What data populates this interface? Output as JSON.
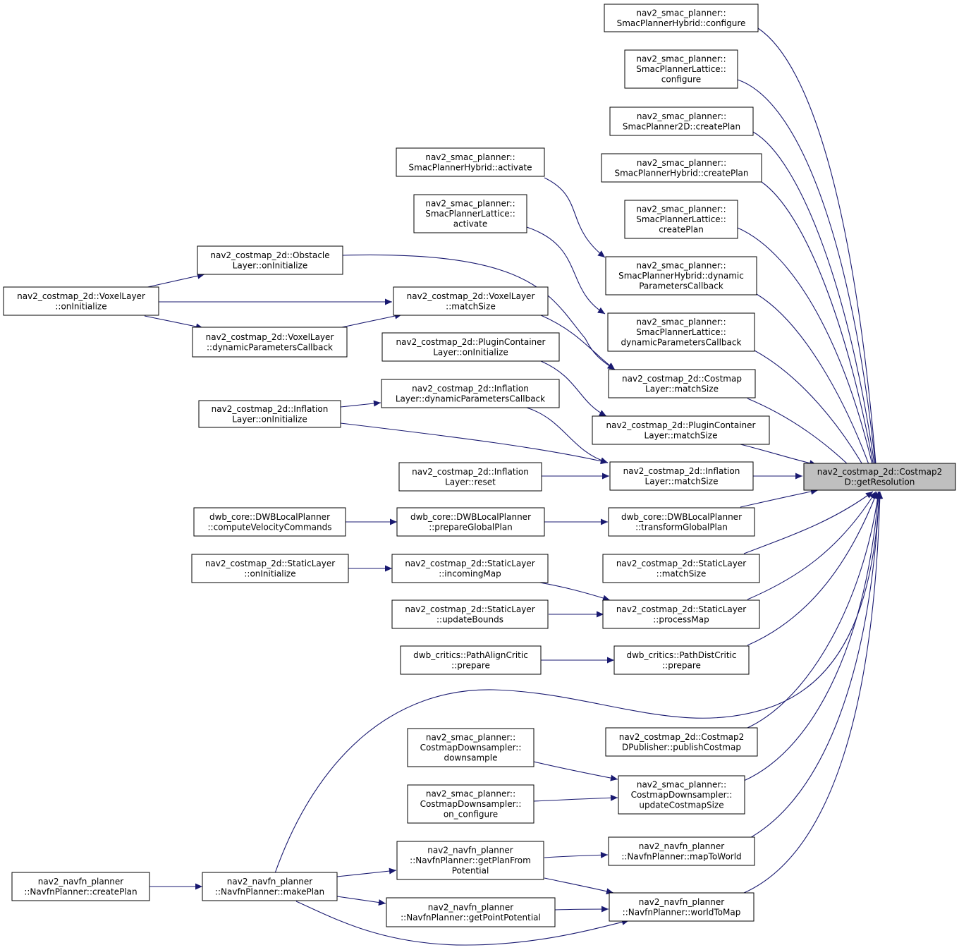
{
  "colors": {
    "edge": "#191970",
    "node_border": "#000000",
    "node_fill": "#ffffff",
    "target_fill": "#bfbfbf"
  },
  "nodes": {
    "target": [
      "nav2_costmap_2d::Costmap2",
      "D::getResolution"
    ],
    "hybrid_configure": [
      "nav2_smac_planner::",
      "SmacPlannerHybrid::configure"
    ],
    "lattice_configure": [
      "nav2_smac_planner::",
      "SmacPlannerLattice::",
      "configure"
    ],
    "smac2d_createplan": [
      "nav2_smac_planner::",
      "SmacPlanner2D::createPlan"
    ],
    "hybrid_activate": [
      "nav2_smac_planner::",
      "SmacPlannerHybrid::activate"
    ],
    "hybrid_createplan": [
      "nav2_smac_planner::",
      "SmacPlannerHybrid::createPlan"
    ],
    "lattice_activate": [
      "nav2_smac_planner::",
      "SmacPlannerLattice::",
      "activate"
    ],
    "lattice_createplan": [
      "nav2_smac_planner::",
      "SmacPlannerLattice::",
      "createPlan"
    ],
    "hybrid_dyncb": [
      "nav2_smac_planner::",
      "SmacPlannerHybrid::dynamic",
      "ParametersCallback"
    ],
    "obstacle_oninit": [
      "nav2_costmap_2d::Obstacle",
      "Layer::onInitialize"
    ],
    "voxel_oninit": [
      "nav2_costmap_2d::VoxelLayer",
      "::onInitialize"
    ],
    "voxel_matchsize": [
      "nav2_costmap_2d::VoxelLayer",
      "::matchSize"
    ],
    "lattice_dyncb": [
      "nav2_smac_planner::",
      "SmacPlannerLattice::",
      "dynamicParametersCallback"
    ],
    "voxel_dyncb": [
      "nav2_costmap_2d::VoxelLayer",
      "::dynamicParametersCallback"
    ],
    "plugin_oninit": [
      "nav2_costmap_2d::PluginContainer",
      "Layer::onInitialize"
    ],
    "costmap_matchsize": [
      "nav2_costmap_2d::Costmap",
      "Layer::matchSize"
    ],
    "inflation_dyncb": [
      "nav2_costmap_2d::Inflation",
      "Layer::dynamicParametersCallback"
    ],
    "inflation_oninit": [
      "nav2_costmap_2d::Inflation",
      "Layer::onInitialize"
    ],
    "plugin_matchsize": [
      "nav2_costmap_2d::PluginContainer",
      "Layer::matchSize"
    ],
    "inflation_reset": [
      "nav2_costmap_2d::Inflation",
      "Layer::reset"
    ],
    "inflation_matchsize": [
      "nav2_costmap_2d::Inflation",
      "Layer::matchSize"
    ],
    "dwb_compute": [
      "dwb_core::DWBLocalPlanner",
      "::computeVelocityCommands"
    ],
    "dwb_prepareglobal": [
      "dwb_core::DWBLocalPlanner",
      "::prepareGlobalPlan"
    ],
    "dwb_transform": [
      "dwb_core::DWBLocalPlanner",
      "::transformGlobalPlan"
    ],
    "static_oninit": [
      "nav2_costmap_2d::StaticLayer",
      "::onInitialize"
    ],
    "static_incoming": [
      "nav2_costmap_2d::StaticLayer",
      "::incomingMap"
    ],
    "static_matchsize": [
      "nav2_costmap_2d::StaticLayer",
      "::matchSize"
    ],
    "static_updatebounds": [
      "nav2_costmap_2d::StaticLayer",
      "::updateBounds"
    ],
    "static_processmap": [
      "nav2_costmap_2d::StaticLayer",
      "::processMap"
    ],
    "pathalign_prepare": [
      "dwb_critics::PathAlignCritic",
      "::prepare"
    ],
    "pathdist_prepare": [
      "dwb_critics::PathDistCritic",
      "::prepare"
    ],
    "publisher_publish": [
      "nav2_costmap_2d::Costmap2",
      "DPublisher::publishCostmap"
    ],
    "downsampler_downsample": [
      "nav2_smac_planner::",
      "CostmapDownsampler::",
      "downsample"
    ],
    "downsampler_update": [
      "nav2_smac_planner::",
      "CostmapDownsampler::",
      "updateCostmapSize"
    ],
    "downsampler_onconfigure": [
      "nav2_smac_planner::",
      "CostmapDownsampler::",
      "on_configure"
    ],
    "navfn_getplanfrom": [
      "nav2_navfn_planner",
      "::NavfnPlanner::getPlanFrom",
      "Potential"
    ],
    "navfn_maptoworld": [
      "nav2_navfn_planner",
      "::NavfnPlanner::mapToWorld"
    ],
    "navfn_createplan": [
      "nav2_navfn_planner",
      "::NavfnPlanner::createPlan"
    ],
    "navfn_makeplan": [
      "nav2_navfn_planner",
      "::NavfnPlanner::makePlan"
    ],
    "navfn_getpoint": [
      "nav2_navfn_planner",
      "::NavfnPlanner::getPointPotential"
    ],
    "navfn_worldtomap": [
      "nav2_navfn_planner",
      "::NavfnPlanner::worldToMap"
    ]
  }
}
